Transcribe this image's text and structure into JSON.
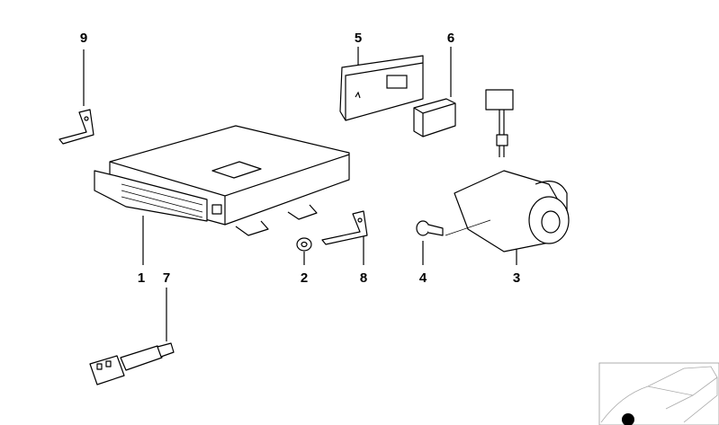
{
  "callouts": [
    {
      "id": "1",
      "label": "1"
    },
    {
      "id": "2",
      "label": "2"
    },
    {
      "id": "3",
      "label": "3"
    },
    {
      "id": "4",
      "label": "4"
    },
    {
      "id": "5",
      "label": "5"
    },
    {
      "id": "6",
      "label": "6"
    },
    {
      "id": "7",
      "label": "7"
    },
    {
      "id": "8",
      "label": "8"
    },
    {
      "id": "9",
      "label": "9"
    }
  ],
  "thumbnail": {
    "icon": "car-outline-icon",
    "marker_color": "#000000"
  }
}
